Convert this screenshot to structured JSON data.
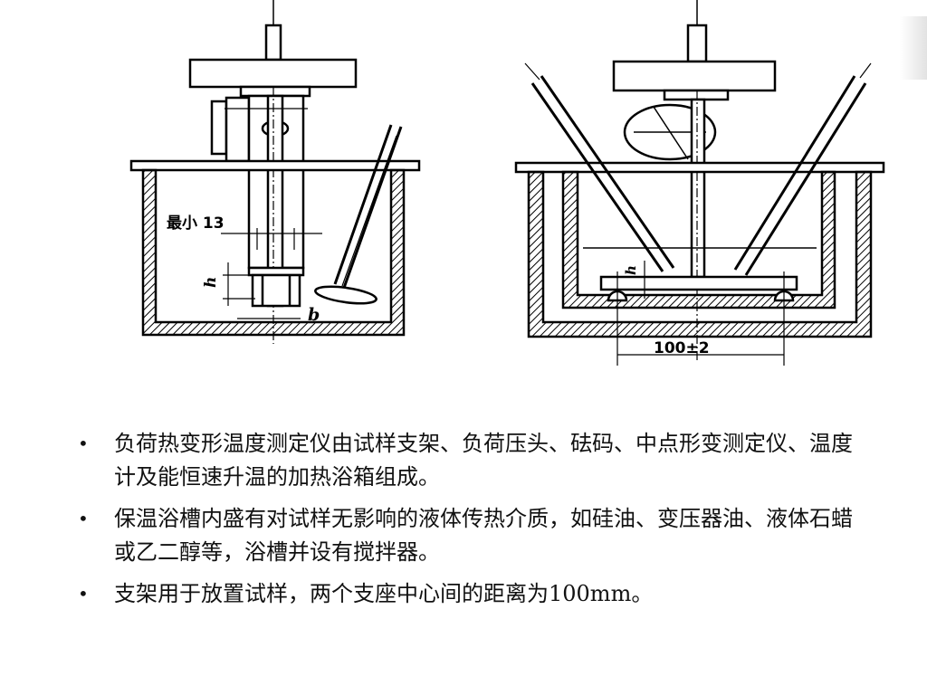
{
  "diagram": {
    "left_labels": {
      "min_width": "最小 13",
      "h": "h",
      "b": "b"
    },
    "right_labels": {
      "h": "h",
      "span": "100±2"
    }
  },
  "bullets": [
    "负荷热变形温度测定仪由试样支架、负荷压头、砝码、中点形变测定仪、温度计及能恒速升温的加热浴箱组成。",
    "保温浴槽内盛有对试样无影响的液体传热介质，如硅油、变压器油、液体石蜡或乙二醇等，浴槽并设有搅拌器。",
    "支架用于放置试样，两个支座中心间的距离为100mm。"
  ]
}
